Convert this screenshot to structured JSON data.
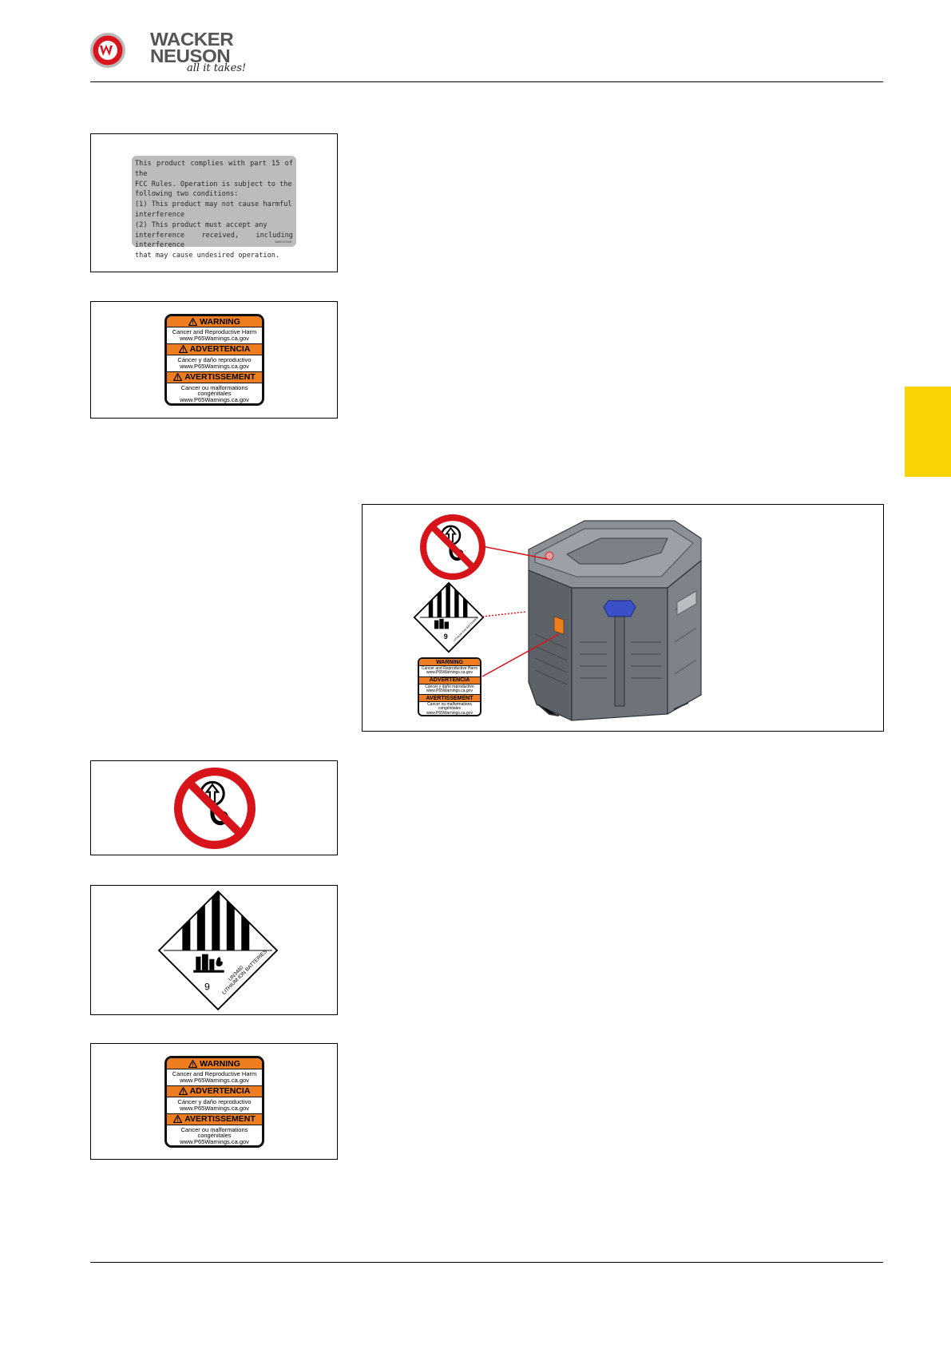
{
  "header": {
    "logo_mark": "W",
    "brand_line1": "WACKER",
    "brand_line2": "NEUSON",
    "tagline": "all it takes!"
  },
  "fcc_label": {
    "lines": [
      "This product complies with part 15 of the",
      "FCC Rules. Operation is subject to the",
      "following two conditions:",
      "(1) This product may not cause harmful",
      "interference",
      "(2) This product must accept any",
      "interference received, including interference",
      "that may cause undesired operation."
    ],
    "code": "5000207026"
  },
  "prop65_label": {
    "warning": "WARNING",
    "warning_text1": "Cancer and Reproductive Harm",
    "warning_text2": "www.P65Warnings.ca.gov",
    "advertencia": "ADVERTENCIA",
    "advertencia_text1": "Cáncer y daño reproductivo",
    "advertencia_text2": "www.P65Warnings.ca.gov",
    "avertissement": "AVERTISSEMENT",
    "avertissement_text1": "Cancer ou malformations",
    "avertissement_text2": "congénitales",
    "avertissement_text3": "www.P65Warnings.ca.gov"
  },
  "hazard_label": {
    "class_number": "9",
    "un_text": "UN3480",
    "battery_text": "LITHIUM ION BATTERIES"
  },
  "icons": [
    "no-crane-lift-icon",
    "class-9-hazard-diamond-icon",
    "warning-triangle-icon"
  ],
  "colors": {
    "tab_yellow": "#fcd404",
    "prohibition_red": "#d7141a",
    "prop65_orange": "#ee7d1f",
    "case_grey": "#6d7378",
    "latch_blue": "#3b4fc6"
  }
}
